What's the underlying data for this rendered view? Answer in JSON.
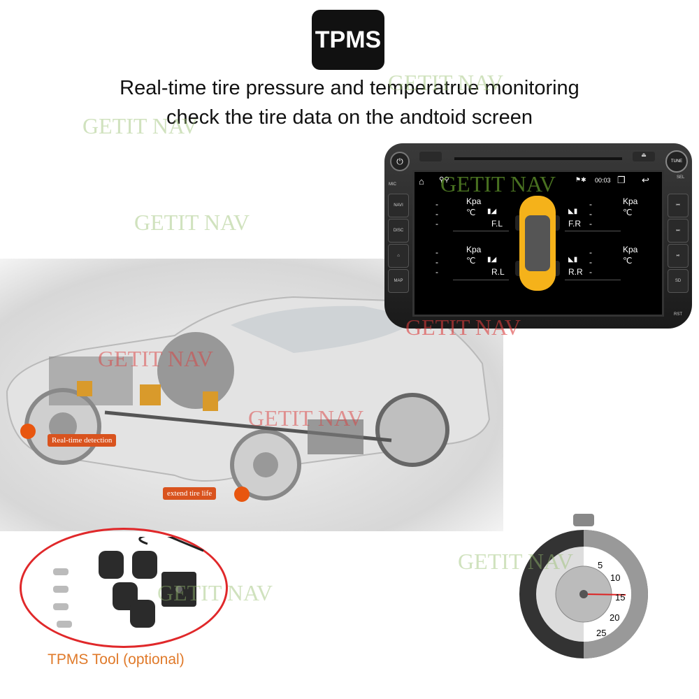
{
  "badge": {
    "label": "TPMS"
  },
  "headline": {
    "line1": "Real-time tire pressure and temperatrue monitoring",
    "line2": "check the tire data on the andtoid screen"
  },
  "watermark": "GETIT NAV",
  "head_unit": {
    "left_buttons": [
      "MIC",
      "NAVI",
      "DISC",
      "⌂",
      "MAP"
    ],
    "right_buttons": [
      "⏮",
      "⏭",
      "⏯",
      "SD"
    ],
    "top_labels": {
      "tune": "TUNE",
      "sel": "SEL",
      "rst": "RST"
    },
    "status_time": "00:03",
    "tires": [
      {
        "pos": "F.L",
        "pressure": "- -",
        "temp": "- -",
        "unit_p": "Kpa",
        "unit_t": "℃"
      },
      {
        "pos": "F.R",
        "pressure": "- -",
        "temp": "- -",
        "unit_p": "Kpa",
        "unit_t": "℃"
      },
      {
        "pos": "R.L",
        "pressure": "- -",
        "temp": "- -",
        "unit_p": "Kpa",
        "unit_t": "℃"
      },
      {
        "pos": "R.R",
        "pressure": "- -",
        "temp": "- -",
        "unit_p": "Kpa",
        "unit_t": "℃"
      }
    ],
    "car_color": "#f5b21a"
  },
  "callouts": {
    "detection": "Real-time detection",
    "extend": "extend tire life"
  },
  "tool": {
    "caption": "TPMS Tool (optional)"
  },
  "stopwatch": {
    "ticks": [
      "5",
      "10",
      "15",
      "20",
      "25"
    ]
  },
  "colors": {
    "accent": "#e8560f",
    "ring": "#e0282a",
    "caption": "#e07a2a"
  }
}
